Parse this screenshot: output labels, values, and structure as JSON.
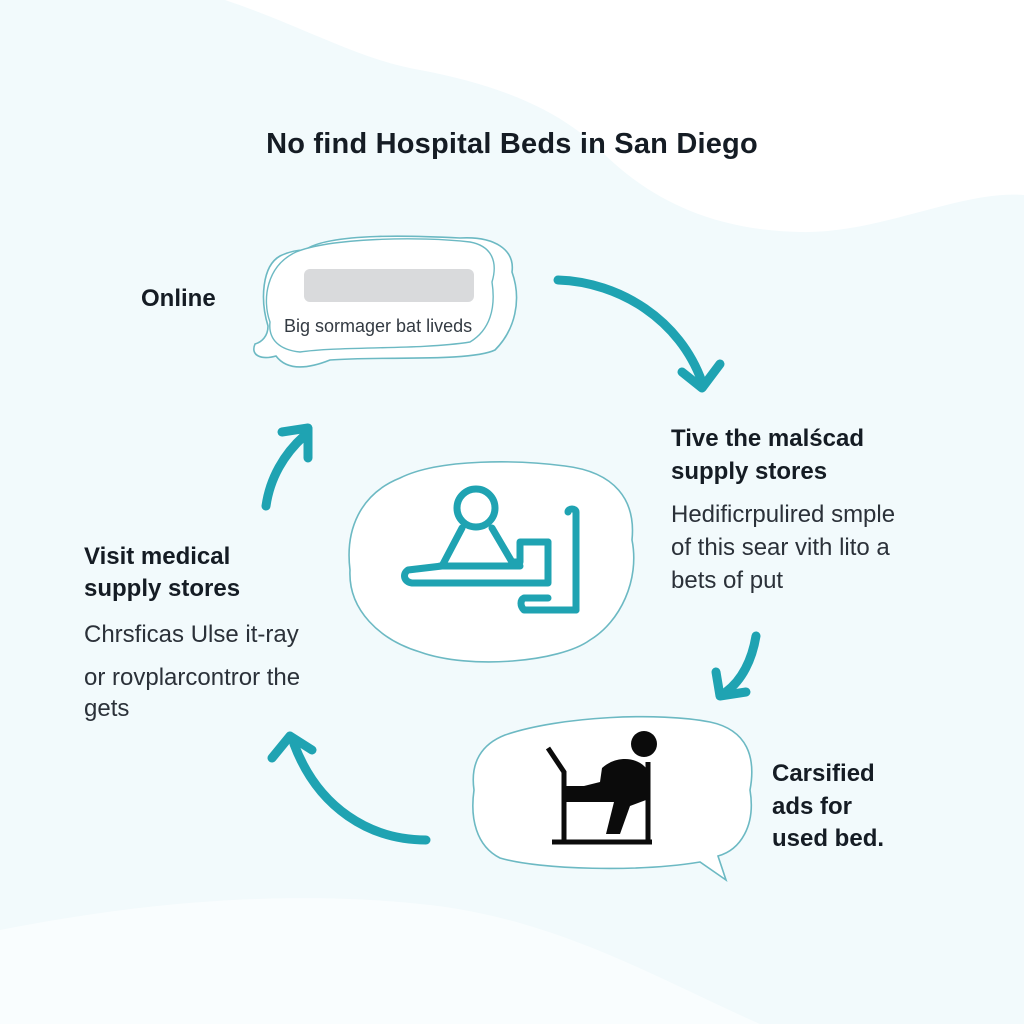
{
  "title": "No find Hospital Beds in San Diego",
  "colors": {
    "accent": "#1fa3b2",
    "background_wave": "#f2fafc",
    "outline": "#6cb9c3",
    "ink": "#151c24"
  },
  "online": {
    "label": "Online",
    "search_text": "Big sormager bat liveds"
  },
  "stores_top": {
    "heading_line1": "Tive the malścad",
    "heading_line2": "supply stores",
    "body_line1": "Hedificrpulired smple",
    "body_line2": "of this sear vith lito a",
    "body_line3": "bets of put"
  },
  "classified": {
    "line1": "Carsified",
    "line2": "ads for",
    "line3": "used bed."
  },
  "visit": {
    "heading_line1": "Visit medical",
    "heading_line2": "supply stores",
    "body_line1": "Chrsficas Ulse it-ray",
    "body_line2": "or rovplarcontror the",
    "body_line3": "gets"
  },
  "icons": {
    "center": "hospital-bed-patient-icon",
    "bottom": "person-at-desk-icon",
    "search": "search-bar-icon"
  }
}
